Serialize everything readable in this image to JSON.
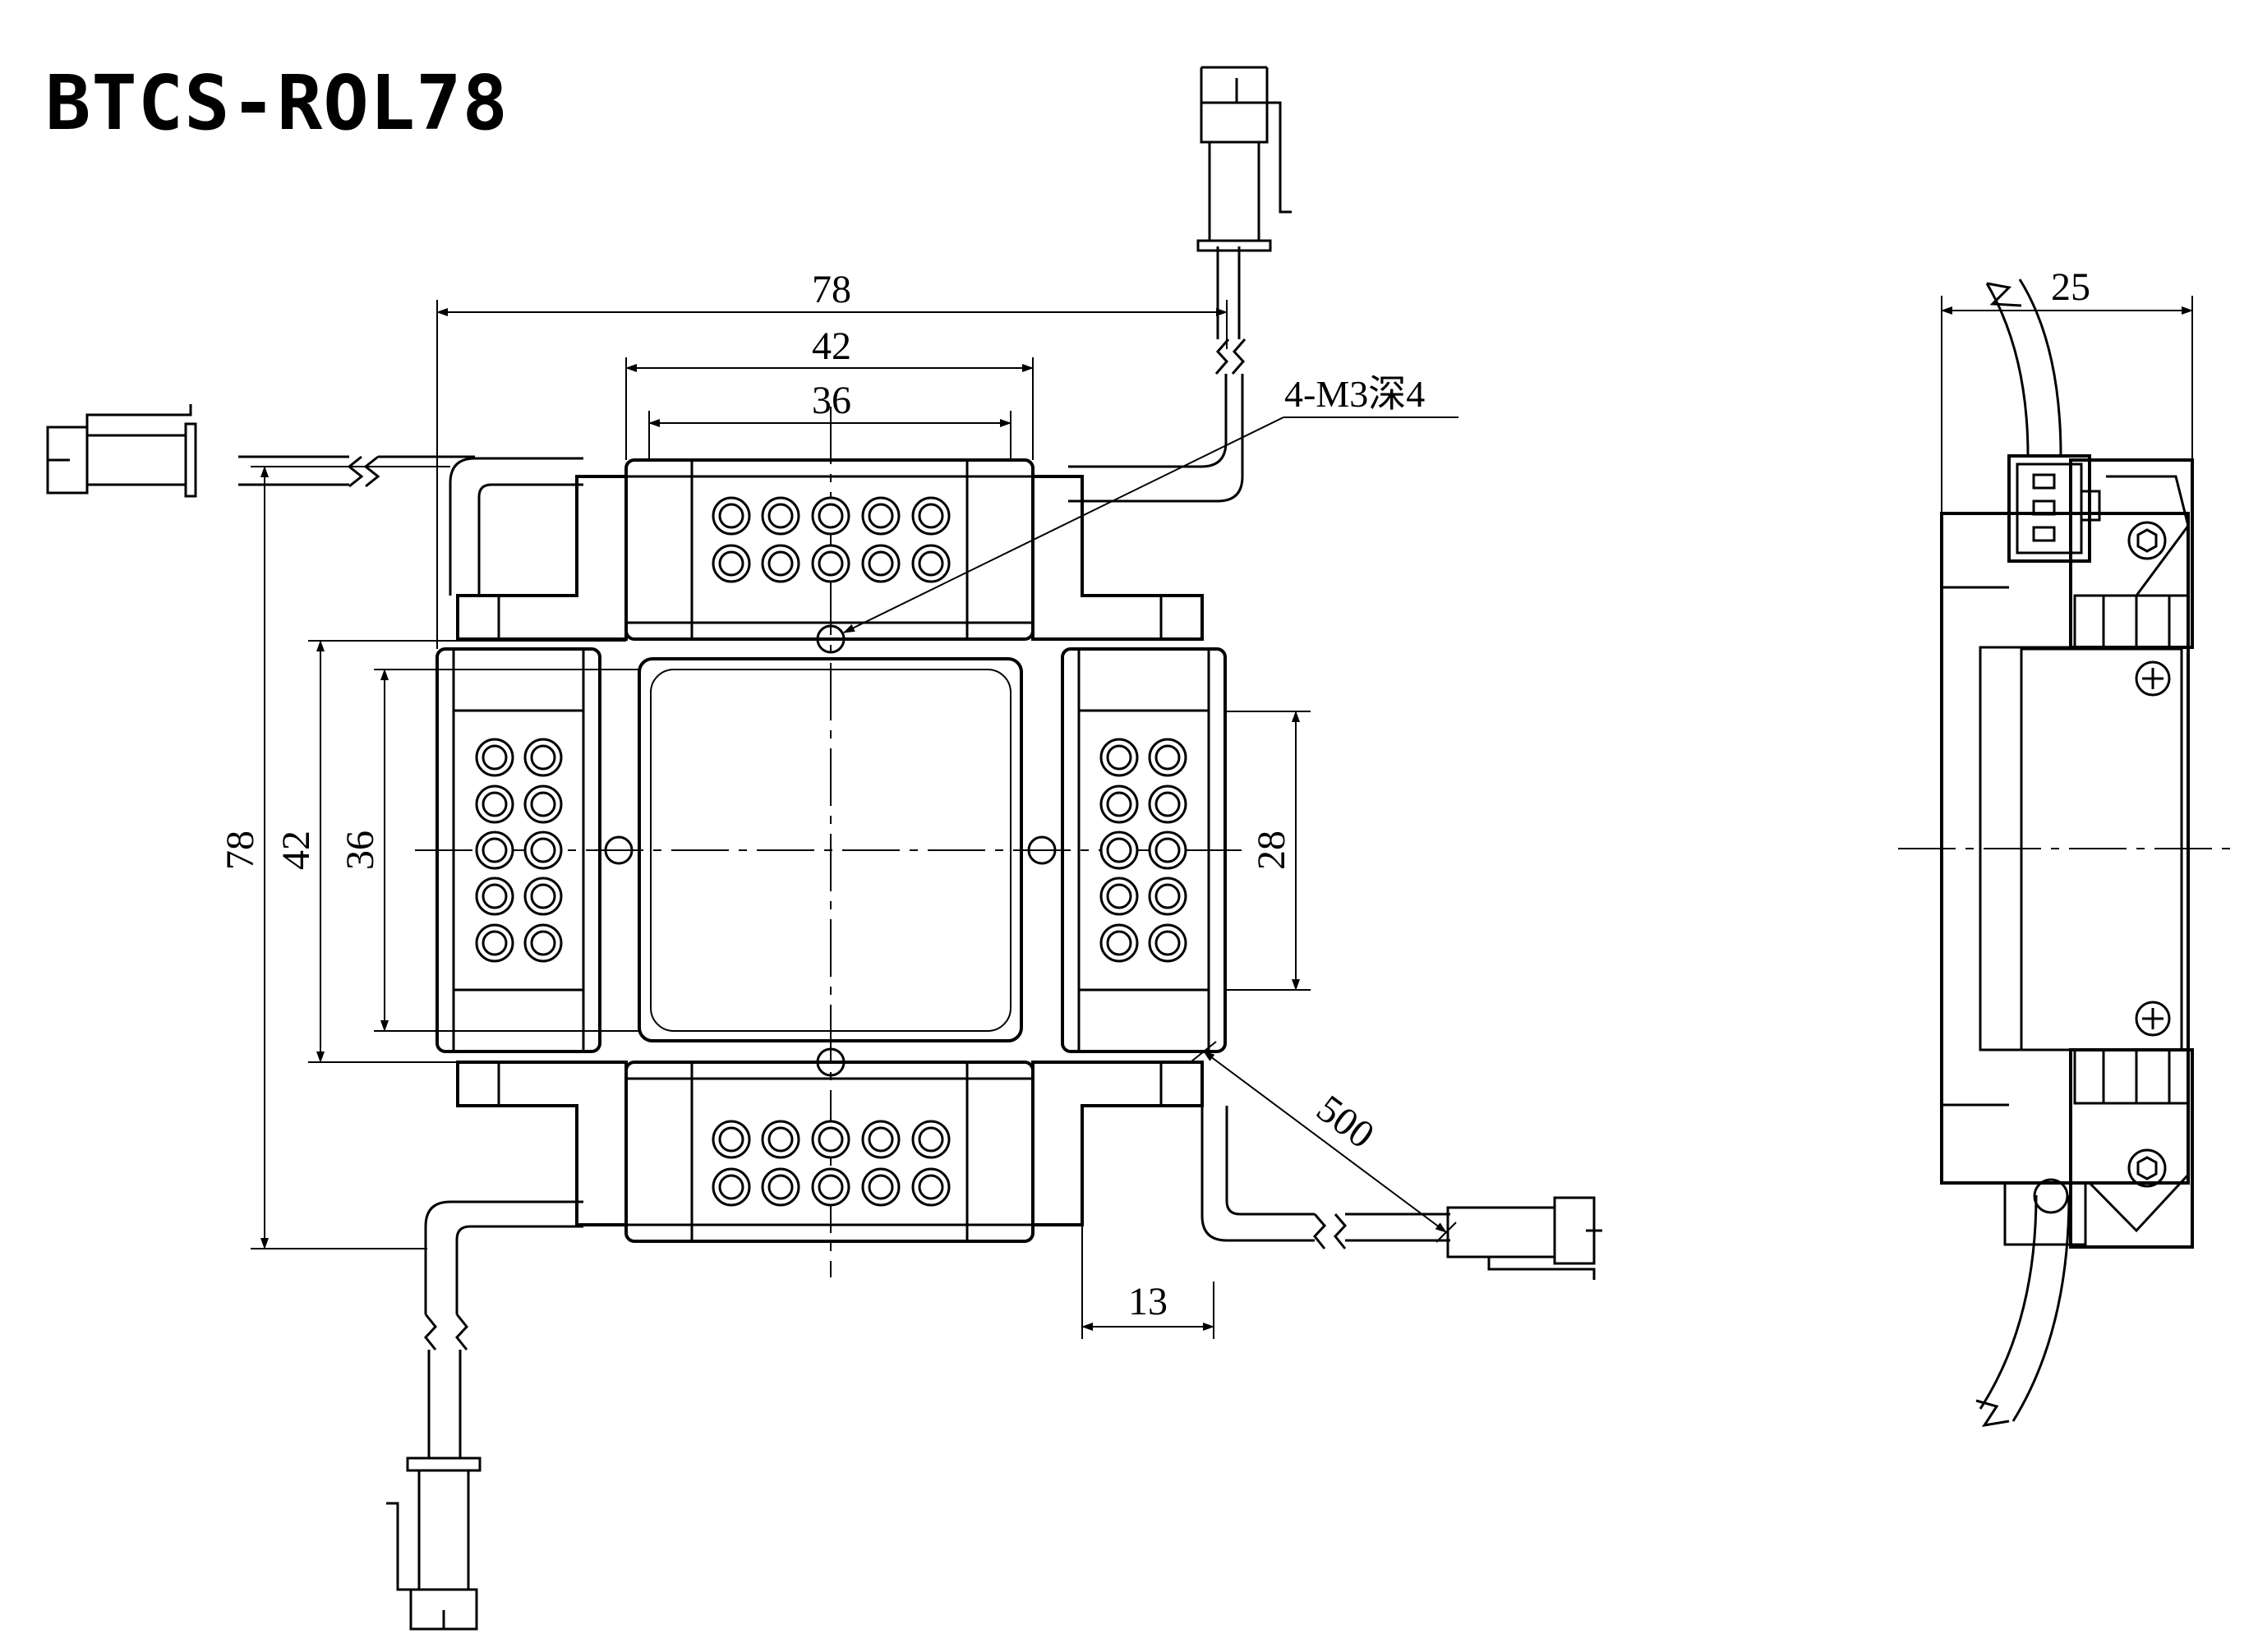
{
  "title": "BTCS-ROL78",
  "dimensions": {
    "width_total": "78",
    "width_mid": "42",
    "width_inner": "36",
    "height_total": "78",
    "height_mid": "42",
    "height_inner": "36",
    "height_right": "28",
    "thread_note": "4-M3深4",
    "cable_length": "500",
    "bar_width": "13",
    "side_thickness": "25"
  },
  "views": {
    "front": "front-view",
    "side": "side-view"
  }
}
